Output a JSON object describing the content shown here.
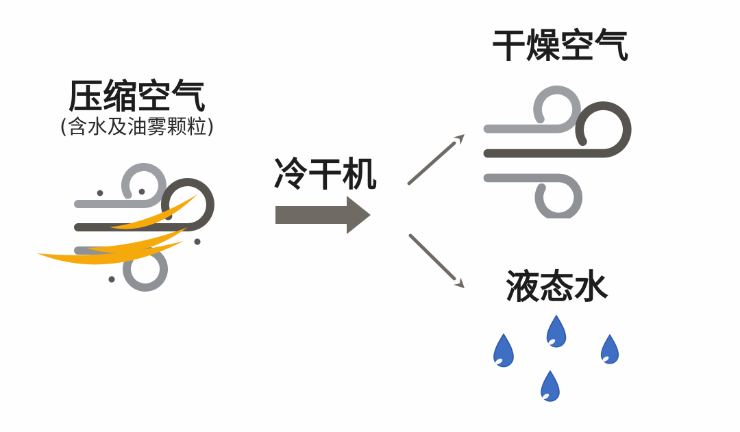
{
  "diagram": {
    "source": {
      "title": "压缩空气",
      "subtitle": "(含水及油雾颗粒)"
    },
    "process": {
      "label": "冷干机"
    },
    "outputs": {
      "top": {
        "label": "干燥空气"
      },
      "bottom": {
        "label": "液态水",
        "droplet_count": 4
      }
    }
  },
  "icons": {
    "source": "wind-with-oil-mist-particles",
    "output_top": "wind",
    "output_bottom": "water-droplets",
    "process_arrow": "right-block-arrow",
    "branch_top": "up-right-arrow",
    "branch_bottom": "down-right-arrow"
  },
  "colors": {
    "bg": "#FEFEFE",
    "text": "#1D1D1D",
    "wind_light": "#9B9FA3",
    "wind_light2": "#8E9296",
    "wind_dark": "#57544F",
    "swoosh_yellow": "#F6A90B",
    "particle_gray": "#5A575C",
    "arrow_gray": "#6F6A64",
    "droplet_blue": "#3E6FC5",
    "droplet_edge": "#2E59A8"
  }
}
